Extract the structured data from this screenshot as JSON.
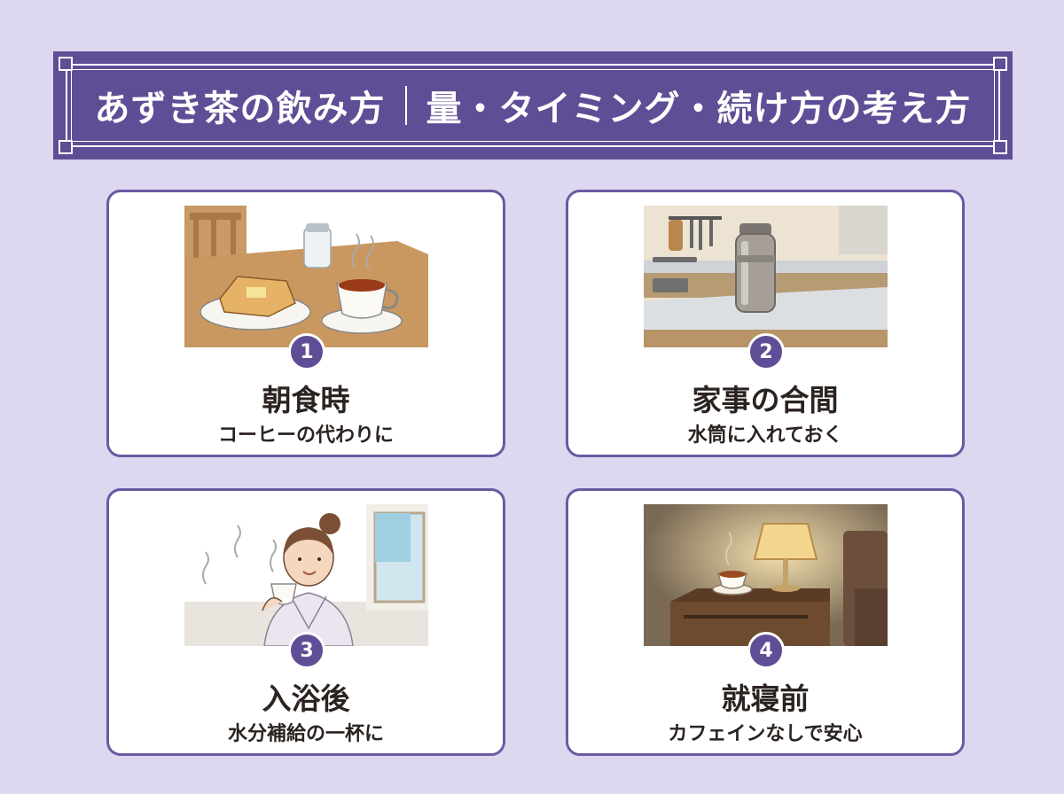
{
  "header": {
    "title_main": "あずき茶の飲み方",
    "title_sub": "量・タイミング・続け方の考え方"
  },
  "cards": [
    {
      "number": "1",
      "title": "朝食時",
      "subtitle": "コーヒーの代わりに",
      "icon": "breakfast-toast-tea-icon"
    },
    {
      "number": "2",
      "title": "家事の合間",
      "subtitle": "水筒に入れておく",
      "icon": "kitchen-thermos-icon"
    },
    {
      "number": "3",
      "title": "入浴後",
      "subtitle": "水分補給の一杯に",
      "icon": "woman-bathrobe-tea-icon"
    },
    {
      "number": "4",
      "title": "就寝前",
      "subtitle": "カフェインなしで安心",
      "icon": "nightstand-lamp-tea-icon"
    }
  ],
  "colors": {
    "background": "#ddd7f0",
    "accent": "#5f4e96",
    "card_border": "#6a5aa2",
    "text": "#2b2320"
  }
}
